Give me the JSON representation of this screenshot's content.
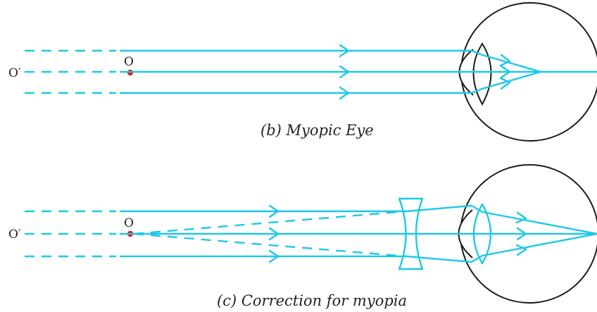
{
  "colors": {
    "ray": "#1ec8e6",
    "eye_outline": "#1a1a1a",
    "object_point": "#e8141e",
    "text": "#222222"
  },
  "panel_b": {
    "label_far_point": "O′",
    "label_object": "O",
    "caption": "(b) Myopic Eye"
  },
  "panel_c": {
    "label_far_point": "O′",
    "label_object": "O",
    "caption": "(c) Correction for myopia"
  }
}
